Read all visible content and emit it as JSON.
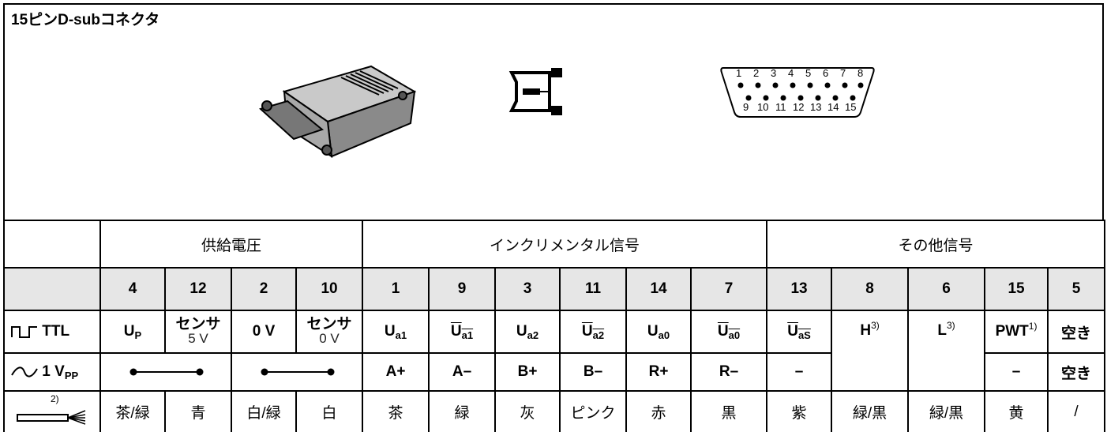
{
  "title": "15ピンD-subコネクタ",
  "connector_pins": {
    "top_row": [
      "1",
      "2",
      "3",
      "4",
      "5",
      "6",
      "7",
      "8"
    ],
    "bottom_row": [
      "9",
      "10",
      "11",
      "12",
      "13",
      "14",
      "15"
    ]
  },
  "groups": {
    "supply": "供給電圧",
    "incremental": "インクリメンタル信号",
    "other": "その他信号"
  },
  "pins": [
    "4",
    "12",
    "2",
    "10",
    "1",
    "9",
    "3",
    "11",
    "14",
    "7",
    "13",
    "8",
    "6",
    "15",
    "5"
  ],
  "rows": {
    "ttl": {
      "label": "TTL",
      "up": "U",
      "up_sub": "P",
      "sensor_label": "センサ",
      "sensor5": "5 V",
      "zero_v": "0 V",
      "sensor0": "0 V",
      "ua1": "U",
      "ua1_sub": "a1",
      "ua1n": "U",
      "ua1n_sub": "a1",
      "ua2": "U",
      "ua2_sub": "a2",
      "ua2n": "U",
      "ua2n_sub": "a2",
      "ua0": "U",
      "ua0_sub": "a0",
      "ua0n": "U",
      "ua0n_sub": "a0",
      "uas": "U",
      "uas_sub": "aS",
      "h": "H",
      "h_note": "3)",
      "l": "L",
      "l_note": "3)",
      "pwt": "PWT",
      "pwt_note": "1)",
      "free": "空き"
    },
    "vpp": {
      "label": "1 V",
      "label_sub": "PP",
      "a_plus": "A+",
      "a_minus": "A–",
      "b_plus": "B+",
      "b_minus": "B–",
      "r_plus": "R+",
      "r_minus": "R–",
      "dash1": "–",
      "dash2": "–",
      "free": "空き"
    },
    "cable": {
      "note": "2)",
      "colors": [
        "茶/緑",
        "青",
        "白/緑",
        "白",
        "茶",
        "緑",
        "灰",
        "ピンク",
        "赤",
        "黒",
        "紫",
        "緑/黒",
        "緑/黒",
        "黄",
        "/"
      ]
    }
  }
}
